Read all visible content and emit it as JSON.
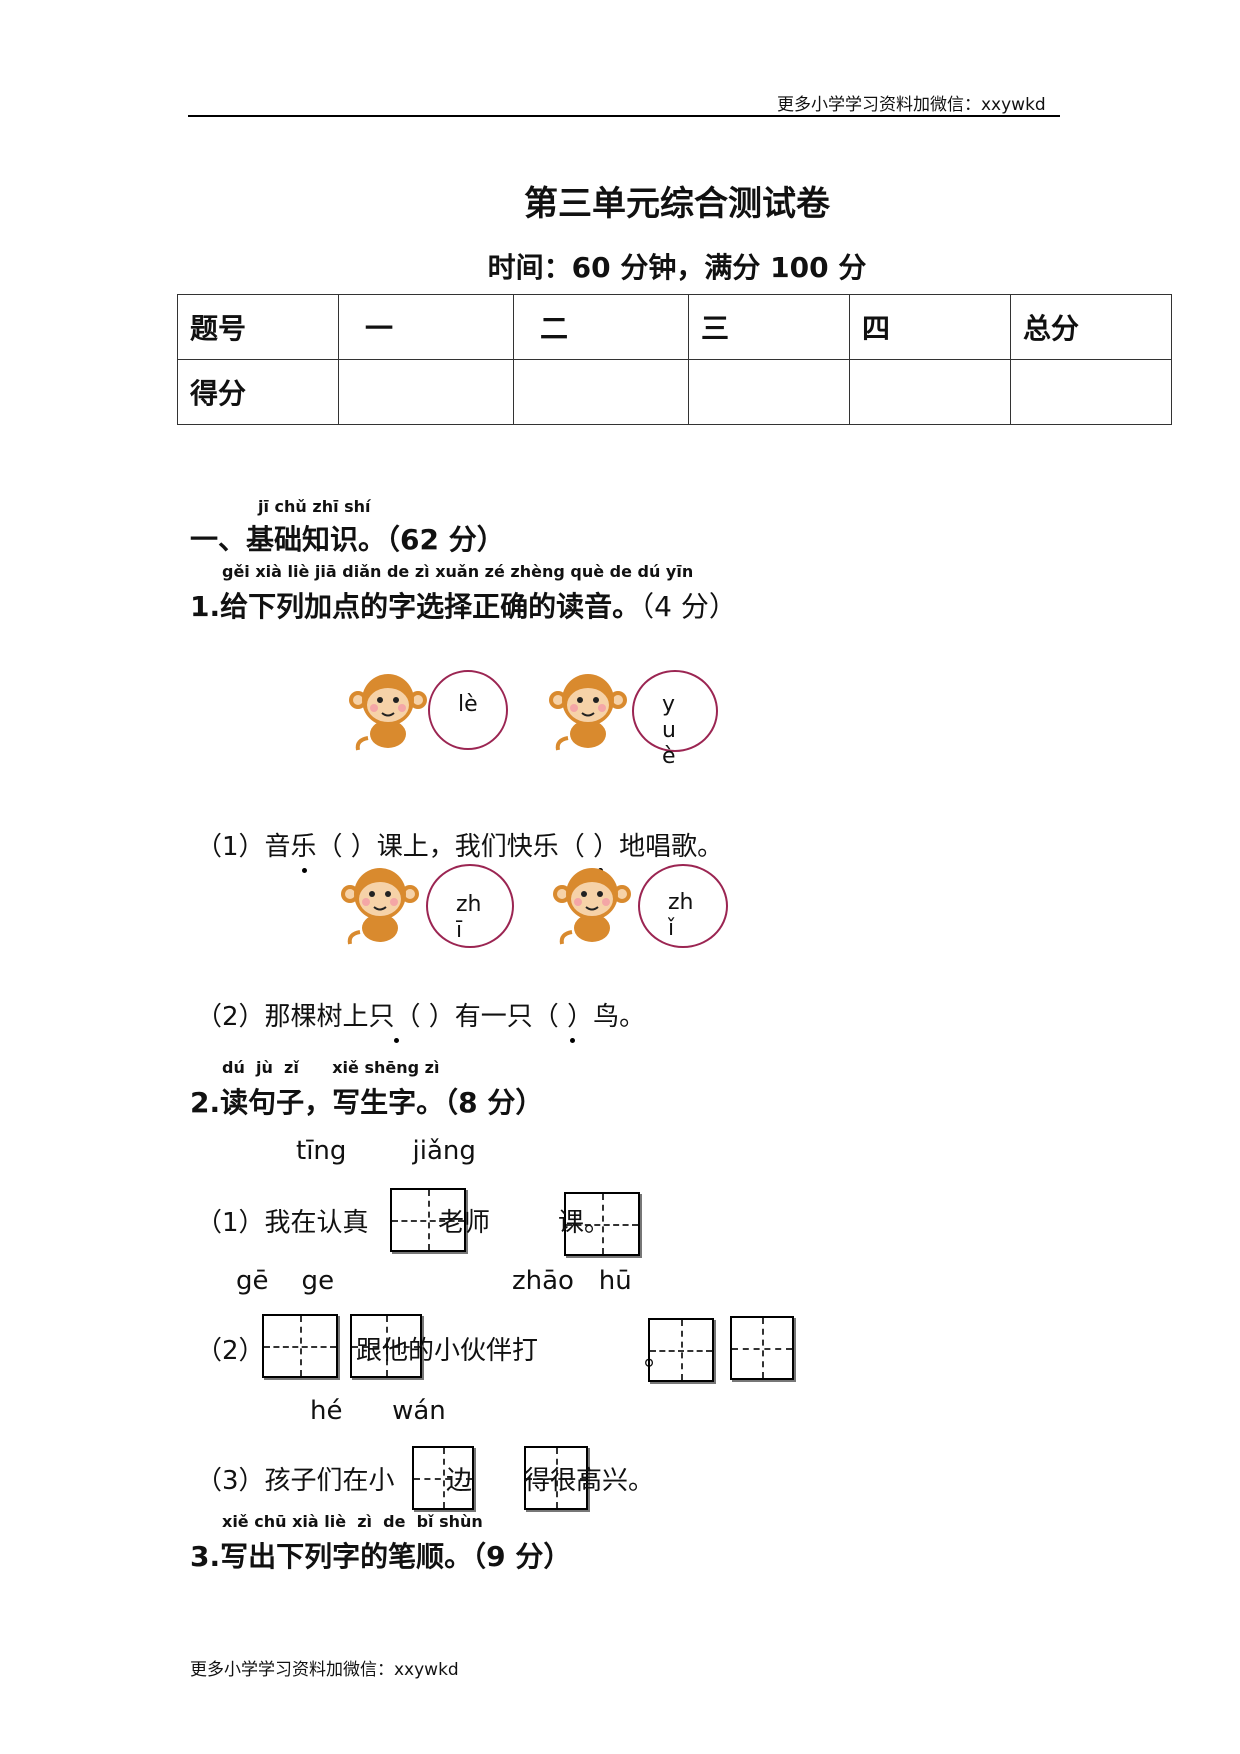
{
  "header": {
    "note": "更多小学学习资料加微信：xxywkd"
  },
  "footer": {
    "note": "更多小学学习资料加微信：xxywkd"
  },
  "title": "第三单元综合测试卷",
  "subtitle": "时间：60 分钟，满分 100 分",
  "score_table": {
    "row1": [
      "题号",
      "一",
      "二",
      "三",
      "四",
      "总分"
    ],
    "row2": [
      "得分",
      "",
      "",
      "",
      "",
      ""
    ]
  },
  "section1": {
    "pinyin": "jī chǔ zhī shí",
    "title": "一、基础知识。（62 分）"
  },
  "q1": {
    "pinyin": "gěi xià liè jiā diǎn de  zì xuǎn zé zhèng què de dú yīn",
    "title": "1.给下列加点的字选择正确的读音。",
    "points": "（4 分）",
    "circles": [
      {
        "text": "lè"
      },
      {
        "text": "y\nu\nè"
      },
      {
        "text": "zh\nī"
      },
      {
        "text": "zh\nǐ"
      }
    ],
    "s1": "（1）音乐（     ）课上，我们快乐（     ）地唱歌。",
    "s2": "（2）那棵树上只（     ）有一只（     ）鸟。"
  },
  "q2": {
    "pinyin": "dú  jù  zǐ      xiě shēng zì",
    "title": "2.读句子，写生字。（8 分）",
    "s1_pinyin": "tīng        jiǎng",
    "s1_a": "（1）我在认真",
    "s1_b": "老师",
    "s1_c": "课。",
    "s2_pinyin_a": "gē    ge",
    "s2_pinyin_b": "zhāo   hū",
    "s2_a": "（2）",
    "s2_b": "跟他的小伙伴打",
    "s2_c": "。",
    "s3_pinyin": "hé      wán",
    "s3_a": "（3）孩子们在小",
    "s3_b": "边",
    "s3_c": "得很高兴。"
  },
  "q3": {
    "pinyin": "xiě chū xià liè  zì  de  bǐ shùn",
    "title": "3.写出下列字的笔顺。（9 分）"
  }
}
